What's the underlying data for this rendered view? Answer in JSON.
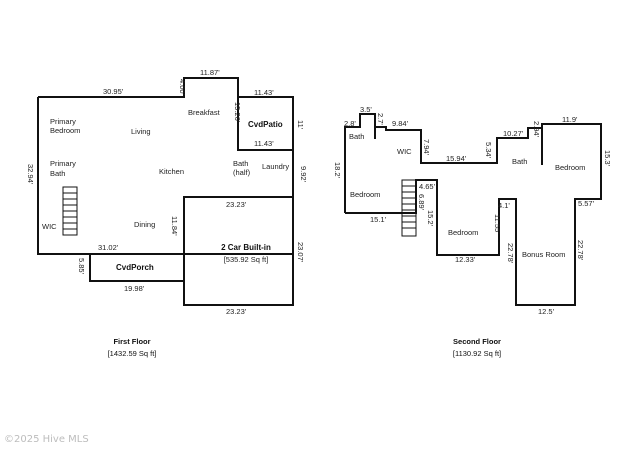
{
  "first_floor": {
    "title": "First Floor",
    "area": "[1432.59 Sq ft]",
    "rooms": {
      "primary_bedroom_1": "Primary",
      "primary_bedroom_2": "Bedroom",
      "living": "Living",
      "breakfast": "Breakfast",
      "cvd_patio": "CvdPatio",
      "primary_bath_1": "Primary",
      "primary_bath_2": "Bath",
      "kitchen": "Kitchen",
      "bath_half_1": "Bath",
      "bath_half_2": "(half)",
      "laundry": "Laundry",
      "wic": "WIC",
      "dining": "Dining",
      "cvd_porch": "CvdPorch",
      "garage": "2 Car Built-in",
      "garage_area": "[535.92 Sq ft]"
    },
    "dims": {
      "top_left": "30.95'",
      "notch": "4.00'",
      "top_mid": "11.87'",
      "breakfast_v": "15.26'",
      "patio_top": "11.43'",
      "patio_right": "11'",
      "patio_bottom": "11.43'",
      "left": "32.94'",
      "laundry_right": "9.92'",
      "garage_top": "23.23'",
      "dining_v": "11.84'",
      "porch_top": "31.02'",
      "porch_left": "5.85'",
      "porch_bottom": "19.98'",
      "garage_right": "23.07'",
      "garage_bottom": "23.23'"
    }
  },
  "second_floor": {
    "title": "Second Floor",
    "area": "[1130.92 Sq ft]",
    "rooms": {
      "bath_left": "Bath",
      "wic": "WIC",
      "bath_right": "Bath",
      "bedroom_left": "Bedroom",
      "bedroom_mid": "Bedroom",
      "bedroom_right": "Bedroom",
      "bonus_room": "Bonus Room"
    },
    "dims": {
      "d_3_5": "3.5'",
      "d_2_8": "2.8'",
      "d_2_7": "2.7'",
      "d_9_84": "9.84'",
      "d_7_94": "7.94'",
      "d_15_94": "15.94'",
      "d_5_34": "5.34'",
      "d_10_27": "10.27'",
      "d_2_94": "2.94'",
      "d_11_9": "11.9'",
      "d_18_2": "18.2'",
      "d_15_3": "15.3'",
      "d_4_65": "4.65'",
      "d_6_89": "6.89'",
      "d_15_1": "15.1'",
      "d_15_2": "15.2'",
      "d_4_1": "4.1'",
      "d_5_57": "5.57'",
      "d_11_55": "11.55'",
      "d_22_78a": "22.78'",
      "d_22_78b": "22.78'",
      "d_12_33": "12.33'",
      "d_12_5": "12.5'"
    }
  },
  "watermark": "©2025 Hive MLS"
}
